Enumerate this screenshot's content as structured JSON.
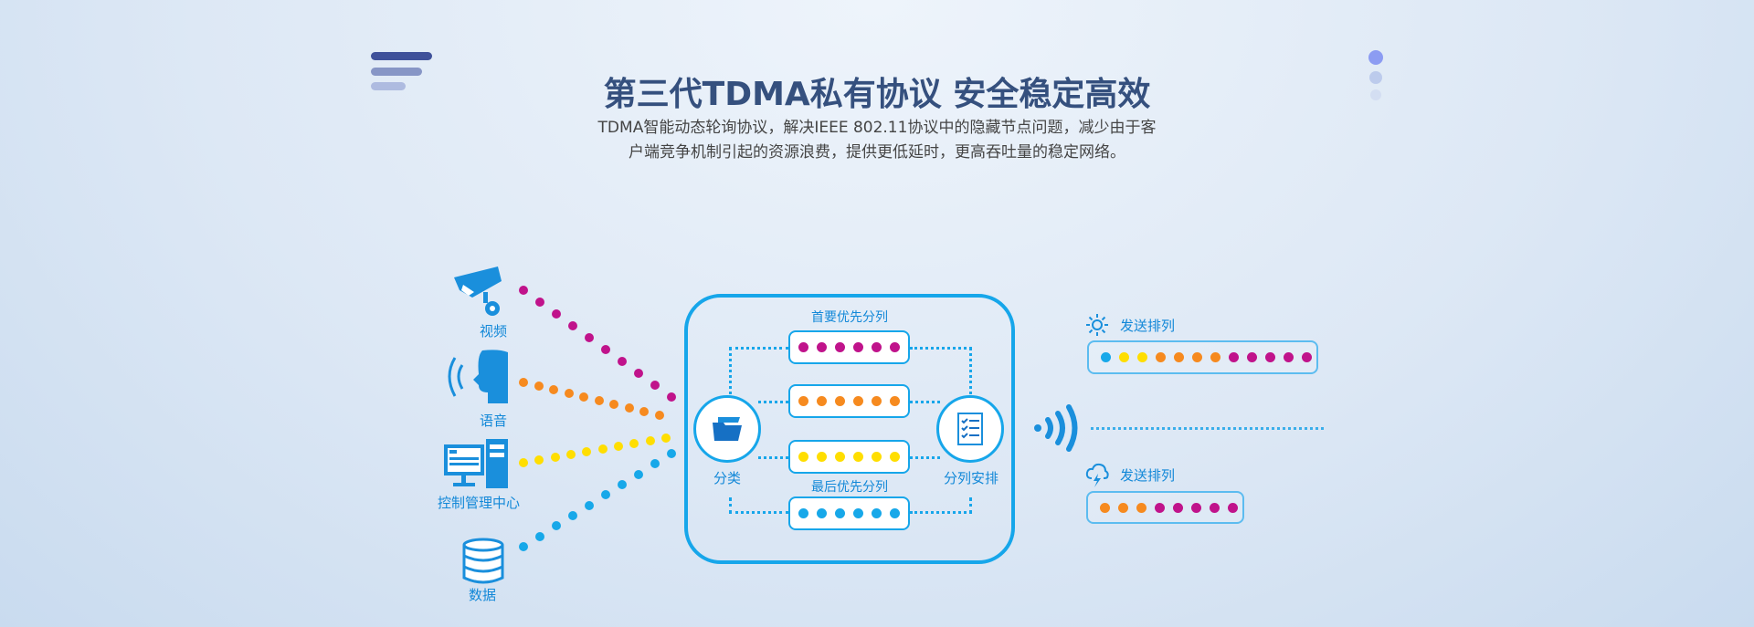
{
  "header": {
    "title": "第三代TDMA私有协议 安全稳定高效",
    "subtitle_line1": "TDMA智能动态轮询协议，解决IEEE 802.11协议中的隐藏节点问题，减少由于客",
    "subtitle_line2": "户端竞争机制引起的资源浪费，提供更低延时，更高吞吐量的稳定网络。"
  },
  "colors": {
    "magenta": "#c0138b",
    "orange": "#f68a1f",
    "yellow": "#ffde00",
    "blue": "#17a8e9"
  },
  "sources": [
    {
      "label": "视频",
      "icon": "camera-icon",
      "color": "magenta"
    },
    {
      "label": "语音",
      "icon": "speech-icon",
      "color": "orange"
    },
    {
      "label": "控制管理中心",
      "icon": "computer-icon",
      "color": "yellow"
    },
    {
      "label": "数据",
      "icon": "database-icon",
      "color": "blue"
    }
  ],
  "hub": {
    "classify_label": "分类",
    "arrange_label": "分列安排",
    "first_label": "首要优先分列",
    "last_label": "最后优先分列",
    "queues": [
      {
        "color": "magenta",
        "count": 6
      },
      {
        "color": "orange",
        "count": 6
      },
      {
        "color": "yellow",
        "count": 6
      },
      {
        "color": "blue",
        "count": 6
      }
    ]
  },
  "send": [
    {
      "label": "发送排列",
      "icon": "sun-icon",
      "dots": [
        "blue",
        "yellow",
        "yellow",
        "orange",
        "orange",
        "orange",
        "orange",
        "magenta",
        "magenta",
        "magenta",
        "magenta",
        "magenta"
      ]
    },
    {
      "label": "发送排列",
      "icon": "storm-cloud-icon",
      "dots": [
        "orange",
        "orange",
        "orange",
        "magenta",
        "magenta",
        "magenta",
        "magenta",
        "magenta"
      ]
    }
  ]
}
